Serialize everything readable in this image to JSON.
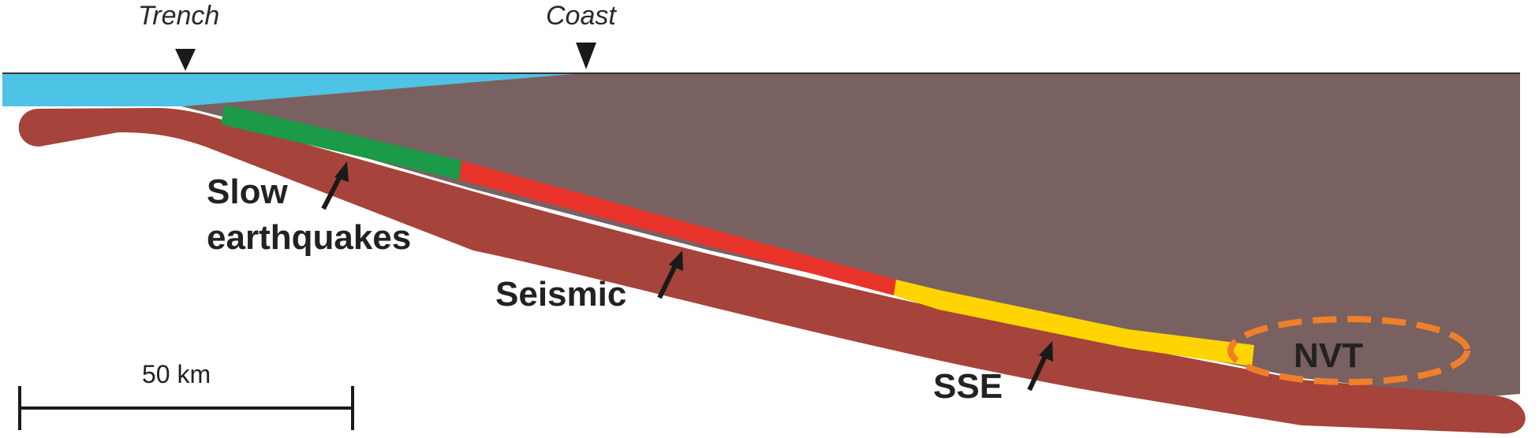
{
  "labels": {
    "trench": "Trench",
    "coast": "Coast",
    "slow_line1": "Slow",
    "slow_line2": "earthquakes",
    "seismic": "Seismic",
    "sse": "SSE",
    "nvt": "NVT",
    "scale": "50 km"
  },
  "colors": {
    "ocean": "#4dc3e6",
    "overriding_plate": "#786160",
    "subducting_slab": "#a6433b",
    "slow_earthquake_zone": "#1b9a47",
    "seismic_zone": "#e8332b",
    "sse_zone": "#ffd400",
    "nvt_outline": "#f07f2a"
  }
}
